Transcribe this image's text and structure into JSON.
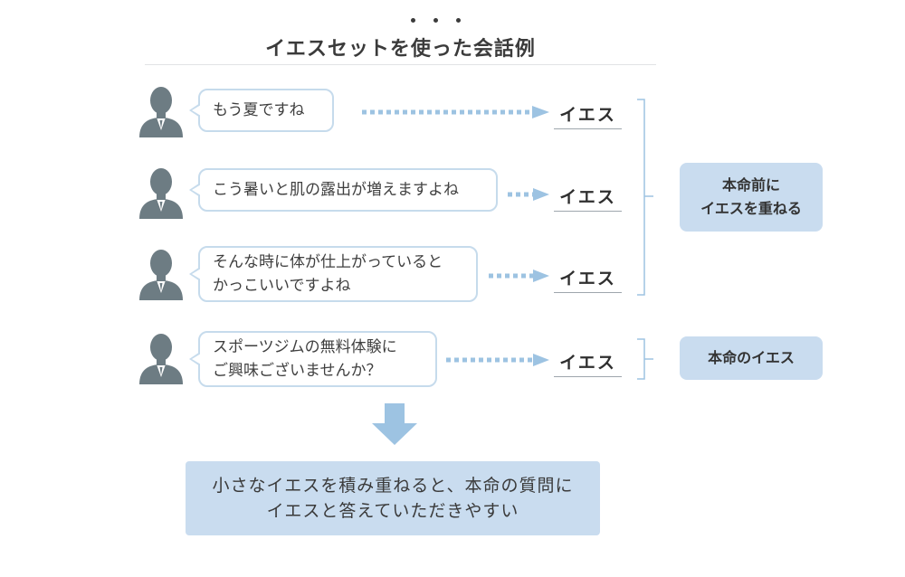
{
  "title": "イエスセットを使った会話例",
  "dialogues": [
    {
      "lines": [
        "もう夏ですね"
      ],
      "answer": "イエス"
    },
    {
      "lines": [
        "こう暑いと肌の露出が増えますよね"
      ],
      "answer": "イエス"
    },
    {
      "lines": [
        "そんな時に体が仕上がっていると",
        "かっこいいですよね"
      ],
      "answer": "イエス"
    },
    {
      "lines": [
        "スポーツジムの無料体験に",
        "ご興味ございませんか？"
      ],
      "answer": "イエス"
    }
  ],
  "notes": {
    "group1": [
      "本命前に",
      "イエスを重ねる"
    ],
    "group2": "本命のイエス"
  },
  "summary": [
    "小さなイエスを積み重ねると、本命の質問に",
    "イエスと答えていただきやすい"
  ],
  "colors": {
    "accent_blue": "#9dc3e2",
    "light_blue": "#c9dcef",
    "person_gray": "#6d7c83"
  }
}
